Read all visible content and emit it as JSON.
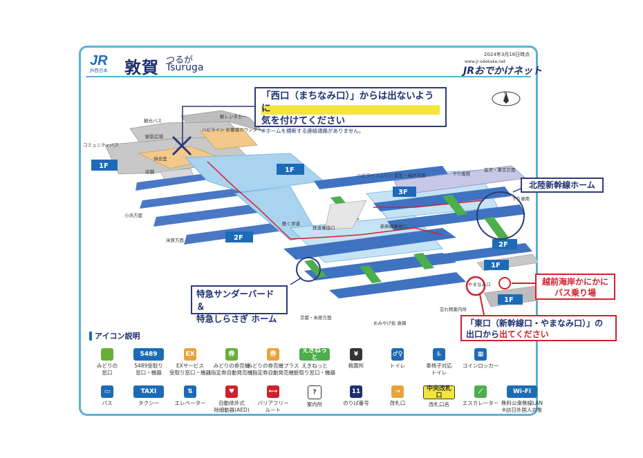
{
  "header": {
    "jr_logo": "JR",
    "jr_sub": "JR西日本",
    "station_name": "敦賀",
    "station_kana": "つるが",
    "station_roman": "Tsuruga",
    "date": "2024年3月16日時点",
    "url": "www.jr-odekake.net",
    "brand": "JRおでかけネット"
  },
  "callouts": {
    "warning_line1": "「西口（まちなみ口）」からは出ないように",
    "warning_line2": "気を付けてください",
    "warning_note": "※ホームを横断する連絡通路がありません。",
    "hokuriku": "北陸新幹線ホーム",
    "thunderbird_line1": "特急サンダーバード＆",
    "thunderbird_line2": "特急しらさぎ ホーム",
    "bus_line1": "越前海岸かにかに",
    "bus_line2": "バス乗り場",
    "east_line1": "「東口（新幹線口・やまなみ口）」の",
    "east_line2_a": "出口から",
    "east_line2_b": "出てください"
  },
  "map": {
    "floor_1f_west": "1F",
    "floor_1f_center": "1F",
    "floor_2f_left": "2F",
    "floor_3f": "3F",
    "floor_2f_right": "2F",
    "floor_1f_east": "1F",
    "floor_1f_bus": "1F",
    "north": "N",
    "labels": {
      "tour_bus": "観光バス",
      "rental": "駅レンタカー",
      "station_square": "駅前広場",
      "community_bus": "コミュニティバス",
      "waiting": "待合室",
      "shop": "店舗",
      "hapiline_counter": "ハピライン お客様カウンター",
      "kobama": "小浜方面",
      "maibara": "米原方面",
      "hapiline_dir": "ハピラインふくい 武生・福井方面",
      "kanazawa_dir": "金沢・東京方面",
      "down_only": "下り専用",
      "moving_walk": "動く歩道",
      "ticket_gate_conn": "鉄道乗換口",
      "shinkansen_gate": "新幹線乗換口",
      "lost_found": "忘れ物案内所",
      "kyoto_dir": "京都・米原方面",
      "omiyage": "おみやげ処 敦賀",
      "yamanami": "やまなみ口",
      "down_only2": "下り専用"
    }
  },
  "legend": {
    "title": "アイコン説明",
    "items": [
      {
        "icon": "midori-icon",
        "label": "みどりの\n窓口",
        "color": "#6aae3a"
      },
      {
        "icon": "5489-icon",
        "label": "5489受取り\n窓口・機器",
        "color": "#1d6bb6",
        "glyph": "5489"
      },
      {
        "icon": "ex-icon",
        "label": "EXサービス\n受取り窓口・機器",
        "color": "#e8a33b",
        "glyph": "EX"
      },
      {
        "icon": "ticket-machine-icon",
        "label": "みどりの券売機\n(指定券自動発売機)",
        "color": "#6aae3a",
        "glyph": "券"
      },
      {
        "icon": "ticket-machine-plus-icon",
        "label": "みどりの券売機プラス\n(指定券自動発売機)",
        "color": "#e8a33b",
        "glyph": "券"
      },
      {
        "icon": "ekinet-icon",
        "label": "えきねっと\n受取り窓口・機器",
        "color": "#4cae4c",
        "glyph": "えきねっと"
      },
      {
        "icon": "fare-adjust-icon",
        "label": "精算所",
        "color": "#333333",
        "glyph": "¥"
      },
      {
        "icon": "toilet-icon",
        "label": "トイレ",
        "color": "#1d6bb6",
        "glyph": "♂♀"
      },
      {
        "icon": "accessible-toilet-icon",
        "label": "車椅子対応\nトイレ",
        "color": "#1d6bb6",
        "glyph": "♿"
      },
      {
        "icon": "locker-icon",
        "label": "コインロッカー",
        "color": "#1d6bb6",
        "glyph": "▦"
      },
      {
        "icon": "bus-icon",
        "label": "バス",
        "color": "#1d6bb6",
        "glyph": "▭"
      },
      {
        "icon": "taxi-icon",
        "label": "タクシー",
        "color": "#1d6bb6",
        "glyph": "TAXI"
      },
      {
        "icon": "elevator-icon",
        "label": "エレベーター",
        "color": "#1d6bb6",
        "glyph": "⇅"
      },
      {
        "icon": "aed-icon",
        "label": "自動体外式\n除細動器(AED)",
        "color": "#d2202a",
        "glyph": "♥"
      },
      {
        "icon": "barrier-free-icon",
        "label": "バリアフリー\nルート",
        "color": "#d2202a",
        "glyph": "⟷"
      },
      {
        "icon": "info-icon",
        "label": "案内所",
        "color": "#ffffff",
        "glyph": "?"
      },
      {
        "icon": "platform-number-icon",
        "label": "のりば番号",
        "color": "#1d2f6f",
        "glyph": "11"
      },
      {
        "icon": "ticket-gate-icon",
        "label": "改札口",
        "color": "#e8a33b",
        "glyph": "⇢"
      },
      {
        "icon": "gate-name-icon",
        "label": "改札口名",
        "color": "#f4e53a",
        "glyph": "中央改札口"
      },
      {
        "icon": "escalator-icon",
        "label": "エスカレーター",
        "color": "#4cae4c",
        "glyph": "⟋"
      },
      {
        "icon": "wifi-icon",
        "label": "無料公衆無線LAN\n※訪日外国人対象",
        "color": "#1d6bb6",
        "glyph": "Wi-Fi"
      }
    ]
  }
}
